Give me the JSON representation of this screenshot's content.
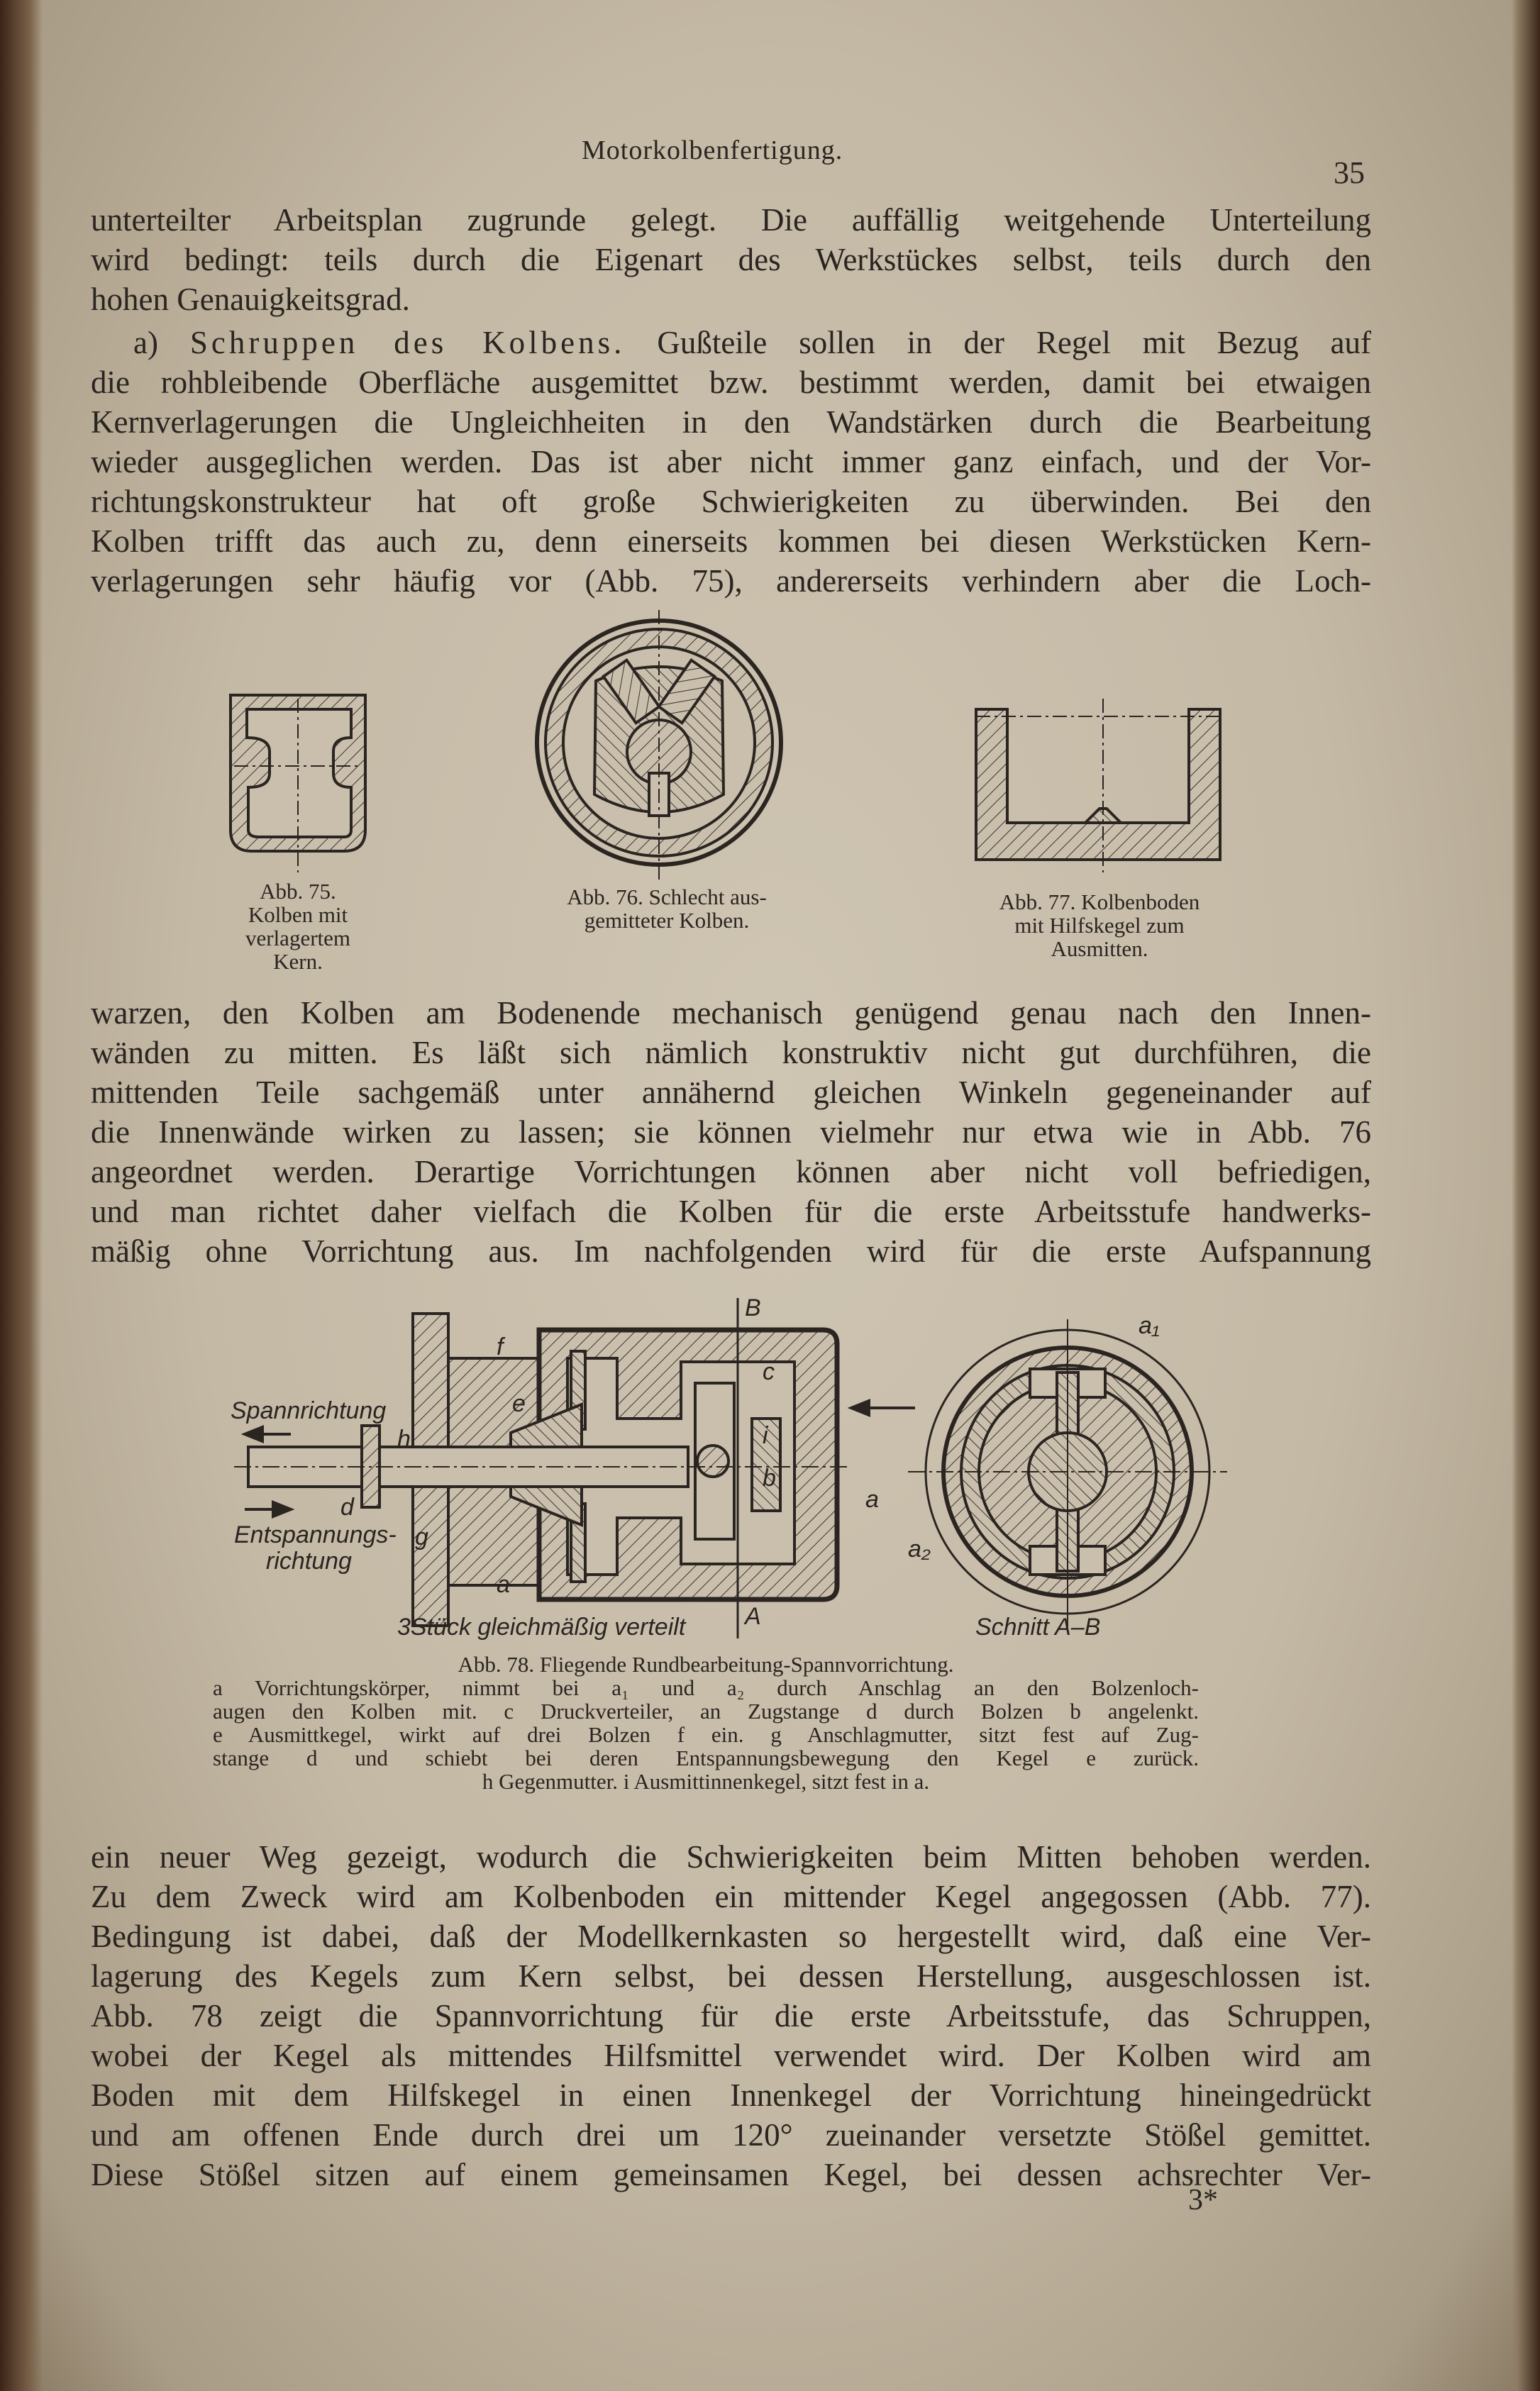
{
  "header": {
    "title": "Motorkolbenfertigung.",
    "page_number": "35"
  },
  "paragraph_1": [
    "unterteilter Arbeitsplan zugrunde gelegt. Die auffällig weitgehende Unterteilung",
    "wird bedingt: teils durch die Eigenart des Werkstückes selbst, teils durch den",
    "hohen Genauigkeitsgrad."
  ],
  "section_a": {
    "label": "a)",
    "heading": "Schruppen des Kolbens.",
    "first_line_rest": "Gußteile sollen in der Regel mit Bezug auf",
    "lines": [
      "die rohbleibende Oberfläche ausgemittet bzw. bestimmt werden, damit bei etwaigen",
      "Kernverlagerungen die Ungleichheiten in den Wandstärken durch die Bearbeitung",
      "wieder ausgeglichen werden. Das ist aber nicht immer ganz einfach, und der Vor-",
      "richtungskonstrukteur hat oft große Schwierigkeiten zu überwinden. Bei den",
      "Kolben trifft das auch zu, denn einerseits kommen bei diesen Werkstücken Kern-",
      "verlagerungen sehr häufig vor (Abb. 75), andererseits verhindern aber die Loch-"
    ]
  },
  "figures_top": {
    "fig75": [
      "Abb. 75.",
      "Kolben mit",
      "verlagertem",
      "Kern."
    ],
    "fig76": [
      "Abb. 76. Schlecht aus-",
      "gemitteter Kolben."
    ],
    "fig77": [
      "Abb. 77. Kolbenboden",
      "mit Hilfskegel zum",
      "Ausmitten."
    ]
  },
  "paragraph_3": [
    "warzen, den Kolben am Bodenende mechanisch genügend genau nach den Innen-",
    "wänden zu mitten. Es läßt sich nämlich konstruktiv nicht gut durchführen, die",
    "mittenden Teile sachgemäß unter annähernd gleichen Winkeln gegeneinander auf",
    "die Innenwände wirken zu lassen; sie können vielmehr nur etwa wie in Abb. 76",
    "angeordnet werden. Derartige Vorrichtungen können aber nicht voll befriedigen,",
    "und man richtet daher vielfach die Kolben für die erste Arbeitsstufe handwerks-",
    "mäßig ohne Vorrichtung aus. Im nachfolgenden wird für die erste Aufspannung"
  ],
  "fig78": {
    "labels": {
      "spannrichtung": "Spannrichtung",
      "entspannungs": "Entspannungs-",
      "richtung": "richtung",
      "a": "a",
      "a_right": "a",
      "b": "b",
      "c": "c",
      "d": "d",
      "e": "e",
      "f": "f",
      "g": "g",
      "h": "h",
      "i": "i",
      "a1": "a₁",
      "a2": "a₂",
      "A": "A",
      "B": "B",
      "stueck": "3Stück gleichmäßig verteilt",
      "schnitt": "Schnitt A–B"
    },
    "caption": [
      "Abb. 78. Fliegende Rundbearbeitung-Spannvorrichtung.",
      "a Vorrichtungskörper, nimmt bei a₁ und a₂ durch Anschlag an den Bolzenloch-",
      "augen den Kolben mit. c Druckverteiler, an Zugstange d durch Bolzen b angelenkt.",
      "e Ausmittkegel, wirkt auf drei Bolzen f ein. g Anschlagmutter, sitzt fest auf Zug-",
      "stange d und schiebt bei deren Entspannungsbewegung den Kegel e zurück.",
      "h Gegenmutter. i Ausmittinnenkegel, sitzt fest in a."
    ]
  },
  "paragraph_4": [
    "ein neuer Weg gezeigt, wodurch die Schwierigkeiten beim Mitten behoben werden.",
    "Zu dem Zweck wird am Kolbenboden ein mittender Kegel angegossen (Abb. 77).",
    "Bedingung ist dabei, daß der Modellkernkasten so hergestellt wird, daß eine Ver-",
    "lagerung des Kegels zum Kern selbst, bei dessen Herstellung, ausgeschlossen ist.",
    "Abb. 78 zeigt die Spannvorrichtung für die erste Arbeitsstufe, das Schruppen,",
    "wobei der Kegel als mittendes Hilfsmittel verwendet wird. Der Kolben wird am",
    "Boden mit dem Hilfskegel in einen Innenkegel der Vorrichtung hineingedrückt",
    "und am offenen Ende durch drei um 120° zueinander versetzte Stößel gemittet.",
    "Diese Stößel sitzen auf einem gemeinsamen Kegel, bei dessen achsrechter Ver-"
  ],
  "footer": {
    "signature_mark": "3*"
  }
}
